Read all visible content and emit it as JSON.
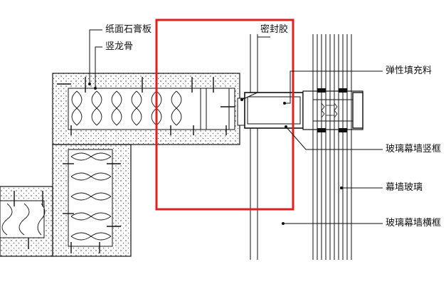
{
  "labels": {
    "gypsum_board": "纸面石膏板",
    "vertical_keel": "竖龙骨",
    "sealant": "密封胶",
    "elastic_filler": "弹性填充料",
    "curtain_wall_mullion": "玻璃幕墙竖框",
    "curtain_wall_glass": "幕墙玻璃",
    "curtain_wall_transom": "玻璃幕墙横框"
  },
  "colors": {
    "line": "#111111",
    "highlight_box": "#e02020",
    "board_fill": "#ffffff"
  }
}
